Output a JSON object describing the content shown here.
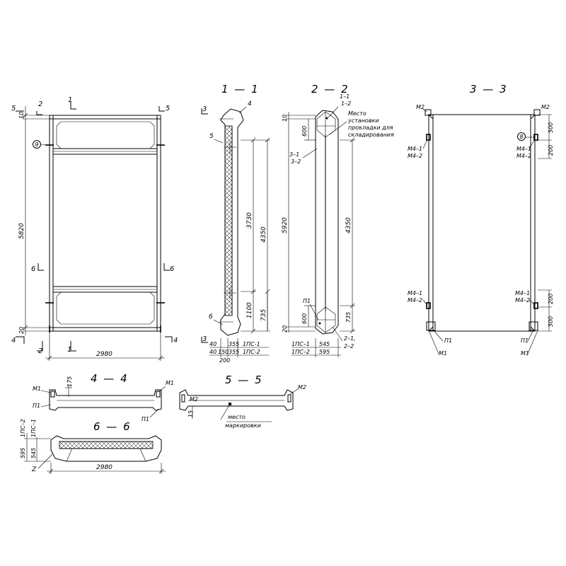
{
  "titles": {
    "s11": "1 — 1",
    "s22": "2 — 2",
    "s33": "3 — 3",
    "s44": "4 — 4",
    "s55": "5 — 5",
    "s66": "6 — 6"
  },
  "elevation": {
    "cuts": {
      "c1": "1",
      "c2": "2",
      "c4": "4",
      "c5": "5",
      "c6": "6"
    },
    "dims": {
      "top": "10",
      "height": "5820",
      "bottom": "20",
      "width": "2980"
    },
    "callout": "9"
  },
  "sec11": {
    "labels": {
      "c3": "3",
      "c4": "4",
      "c5": "5",
      "c6": "6"
    },
    "dims": {
      "d3730": "3730",
      "d4350": "4350",
      "d1100": "1100",
      "d735": "735"
    },
    "row1": [
      "40",
      "355",
      "1ПС-1"
    ],
    "row2": [
      "40",
      "150",
      "355",
      "1ПС-2"
    ],
    "bottom": "200"
  },
  "sec22": {
    "labels": {
      "l11": "1–1",
      "l12": "1–2",
      "l31": "3–1",
      "l32": "3–2",
      "p1": "П1",
      "l21": "2–1,",
      "l22": "2–2"
    },
    "note": [
      "Место",
      "установки",
      "прокладки для",
      "складирования"
    ],
    "dims": {
      "top": "10",
      "d600a": "600",
      "d5920": "5920",
      "d4350": "4350",
      "d600b": "600",
      "d735": "735",
      "bottom": "20"
    },
    "row1": [
      "1ПС–1",
      "545"
    ],
    "row2": [
      "1ПС–2",
      "595"
    ]
  },
  "sec33": {
    "labels": {
      "m2l": "M2",
      "m2r": "M2",
      "m41l": "M4–1",
      "m42l": "M4–2",
      "m41r": "M4–1",
      "m42r": "M4–2",
      "m41lb": "M4–1",
      "m42lb": "M4–2",
      "m41rb": "M4–1",
      "m42rb": "M4–2",
      "p1l": "П1",
      "p1r": "П1",
      "m1l": "M1",
      "m1r": "M1"
    },
    "callout": "8",
    "dims": {
      "d500t": "500",
      "d200t": "200",
      "d200b": "200",
      "d500b": "500"
    }
  },
  "sec44": {
    "labels": {
      "m1l": "M1",
      "p1l": "П1",
      "m1r": "M1",
      "p1r": "П1"
    },
    "dim": "175"
  },
  "sec55": {
    "labels": {
      "m2l": "M2",
      "m2r": "M2"
    },
    "dim": "15",
    "note": [
      "место",
      "маркировки"
    ]
  },
  "sec66": {
    "labels": {
      "ps2": "1ПС–2",
      "ps1": "1ПС–1",
      "z": "Z"
    },
    "dims": {
      "d595": "595",
      "d545": "545",
      "width": "2980"
    }
  }
}
